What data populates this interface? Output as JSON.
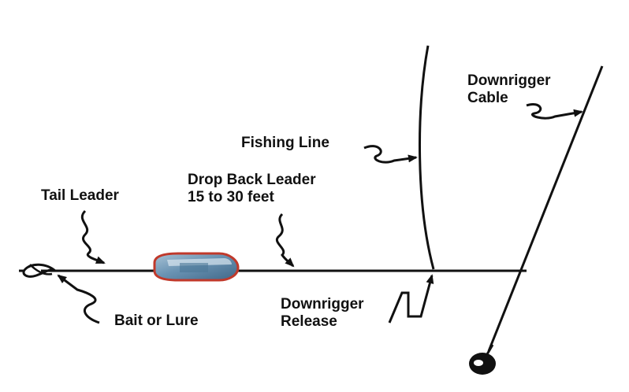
{
  "labels": {
    "tail_leader": "Tail Leader",
    "drop_back_leader": "Drop Back Leader",
    "drop_back_length": "15 to 30 feet",
    "fishing_line": "Fishing Line",
    "downrigger_cable_1": "Downrigger",
    "downrigger_cable_2": "Cable",
    "downrigger_release_1": "Downrigger",
    "downrigger_release_2": "Release",
    "bait_or_lure": "Bait or Lure"
  },
  "colors": {
    "line": "#111111",
    "flasher_body": "#5b86a8",
    "flasher_edge": "#c0392b",
    "flasher_highlight": "#d9e6ef",
    "background": "#ffffff"
  },
  "icons": {
    "bait": "bait-loop-icon",
    "flasher": "flasher-icon",
    "weight": "downrigger-ball-icon"
  }
}
